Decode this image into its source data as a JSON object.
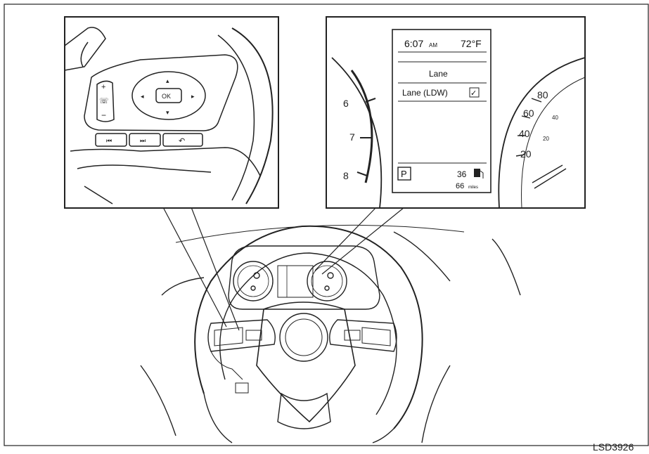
{
  "figure_id": "LSD3926",
  "left_inset": {
    "buttons": {
      "plus": "+",
      "minus": "−",
      "ok": "OK",
      "prev_track": "⏮",
      "next_track": "⏭",
      "back": "↶"
    }
  },
  "right_inset": {
    "display": {
      "time": "6:07",
      "ampm": "AM",
      "temperature": "72°F",
      "menu_title": "Lane",
      "menu_item": "Lane (LDW)",
      "checkbox_mark": "✓",
      "gear": "P",
      "fuel_value": "36",
      "range_value": "66",
      "range_unit": "miles"
    },
    "tachometer_labels": [
      "6",
      "7",
      "8"
    ],
    "speedometer_labels": [
      "80",
      "60",
      "40",
      "20"
    ],
    "speedometer_inner_labels": [
      "40",
      "20"
    ]
  }
}
